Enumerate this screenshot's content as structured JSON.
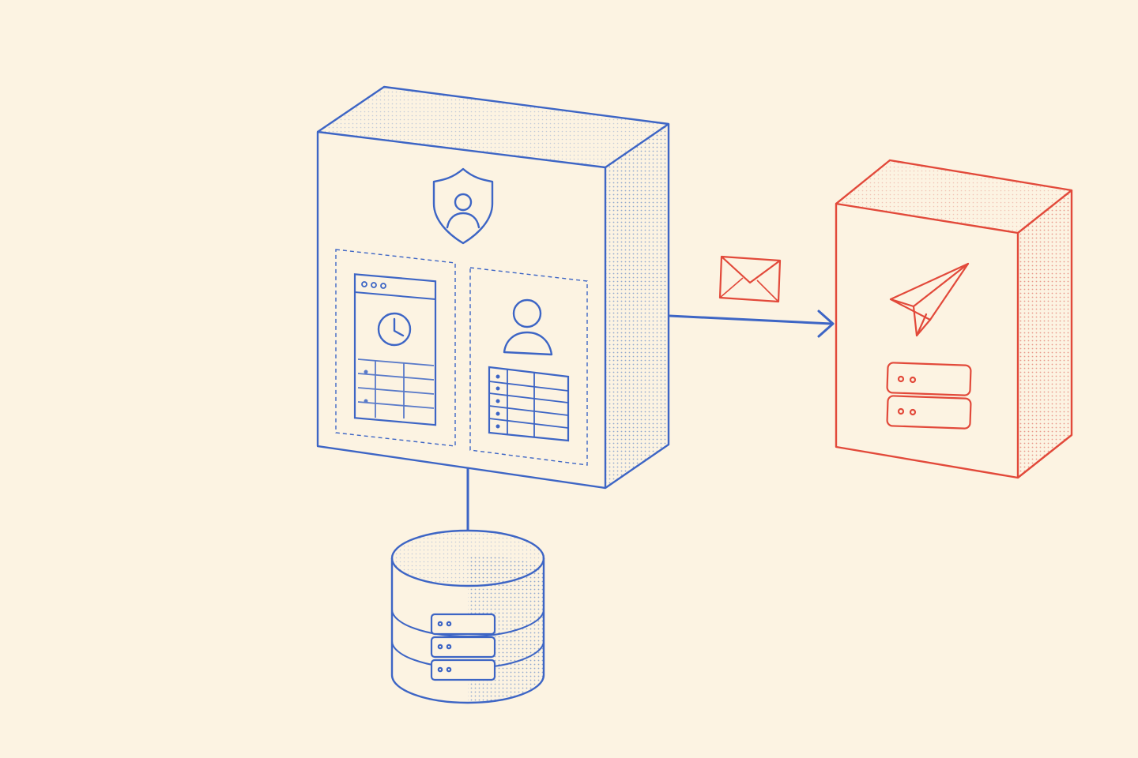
{
  "canvas": {
    "background": "#fcf3e2"
  },
  "colors": {
    "blue": "#3d65c5",
    "red": "#e2493a",
    "blue_dot": "#6f8fc7",
    "red_dot": "#e27a6d"
  },
  "nodes": {
    "server": {
      "type": "3d-box",
      "color": "blue",
      "icons": [
        "shield-user-icon"
      ],
      "panels": [
        {
          "icons": [
            "browser-window-icon",
            "clock-icon",
            "table-icon"
          ]
        },
        {
          "icons": [
            "user-icon",
            "table-icon"
          ]
        }
      ]
    },
    "mail_service": {
      "type": "3d-box",
      "color": "red",
      "icons": [
        "paper-plane-icon",
        "server-rack-icon"
      ]
    },
    "database": {
      "type": "cylinder",
      "color": "blue",
      "icons": [
        "server-rack-icon"
      ]
    }
  },
  "edges": [
    {
      "from": "server",
      "to": "mail_service",
      "style": "arrow",
      "label_icon": "envelope-icon"
    },
    {
      "from": "server",
      "to": "database",
      "style": "line"
    }
  ]
}
